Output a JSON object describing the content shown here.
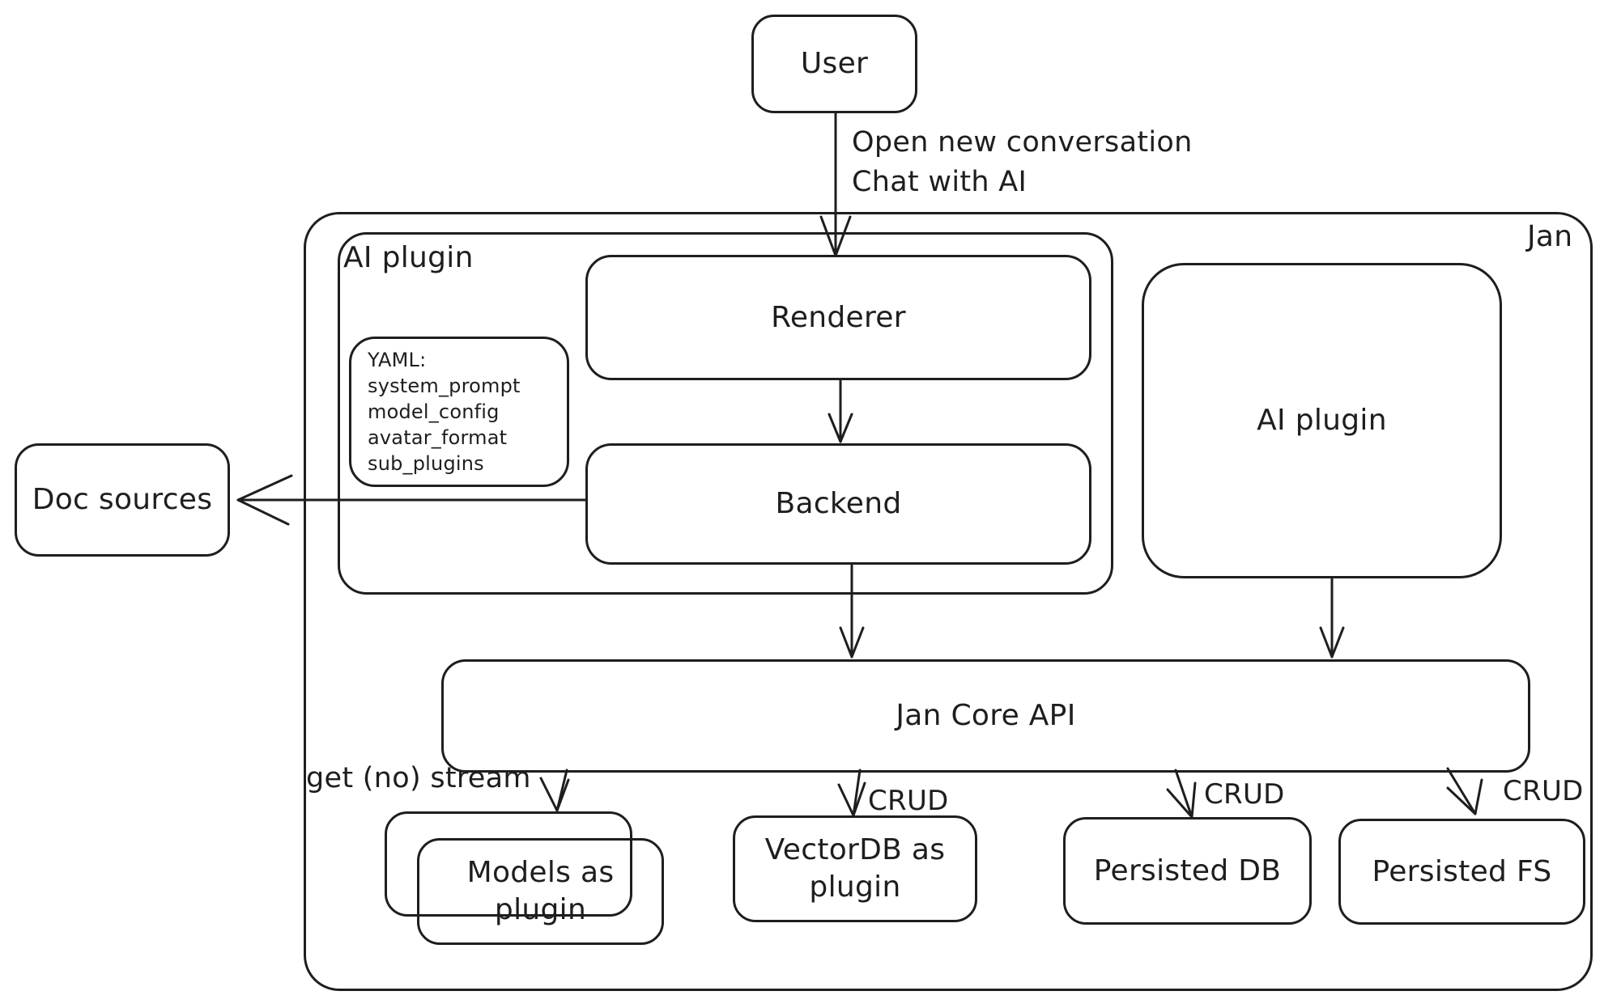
{
  "colors": {
    "stroke": "#1e1e1e",
    "background": "#ffffff"
  },
  "nodes": {
    "user": "User",
    "jan": "Jan",
    "ai_plugin_group": "AI plugin",
    "renderer": "Renderer",
    "backend": "Backend",
    "yaml_note": "YAML:\nsystem_prompt\nmodel_config\navatar_format\nsub_plugins",
    "ai_plugin": "AI plugin",
    "doc_sources": "Doc sources",
    "jan_core_api": "Jan Core API",
    "models_as_plugin": "Models as\nplugin",
    "vectordb": "VectorDB as\nplugin",
    "persisted_db": "Persisted DB",
    "persisted_fs": "Persisted FS"
  },
  "edges": {
    "user_to_renderer": "Open new conversation\nChat with AI",
    "get_no_stream": "get (no) stream",
    "crud_vectordb": "CRUD",
    "crud_persisted_db": "CRUD",
    "crud_persisted_fs": "CRUD"
  }
}
